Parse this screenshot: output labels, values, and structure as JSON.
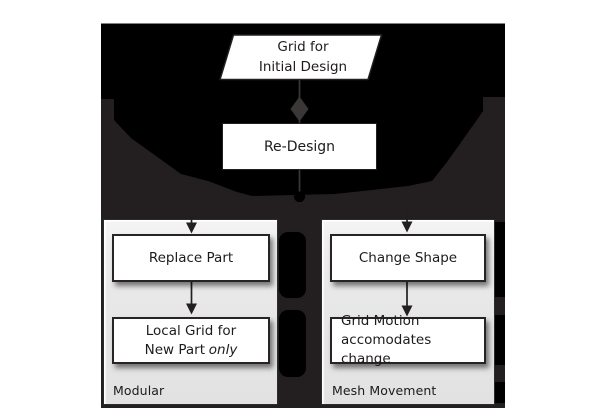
{
  "flowchart": {
    "input_shape": {
      "line1": "Grid for",
      "line2": "Initial Design"
    },
    "redesign": "Re-Design",
    "modular": {
      "label": "Modular",
      "step1": "Replace Part",
      "step2_line1": "Local Grid for",
      "step2_line2_text": "New Part",
      "step2_line2_italic": "only"
    },
    "mesh": {
      "label": "Mesh Movement",
      "step1": "Change Shape",
      "step2_line1": "Grid Motion",
      "step2_line2": "accomodates change"
    }
  },
  "colors": {
    "background_black": "#000000",
    "ghost_ink": "#231f20",
    "connector_gray": "#3b3737",
    "panel_fill": "#e8e8e8",
    "box_fill": "#ffffff",
    "text_ink": "#1f1b1c"
  }
}
